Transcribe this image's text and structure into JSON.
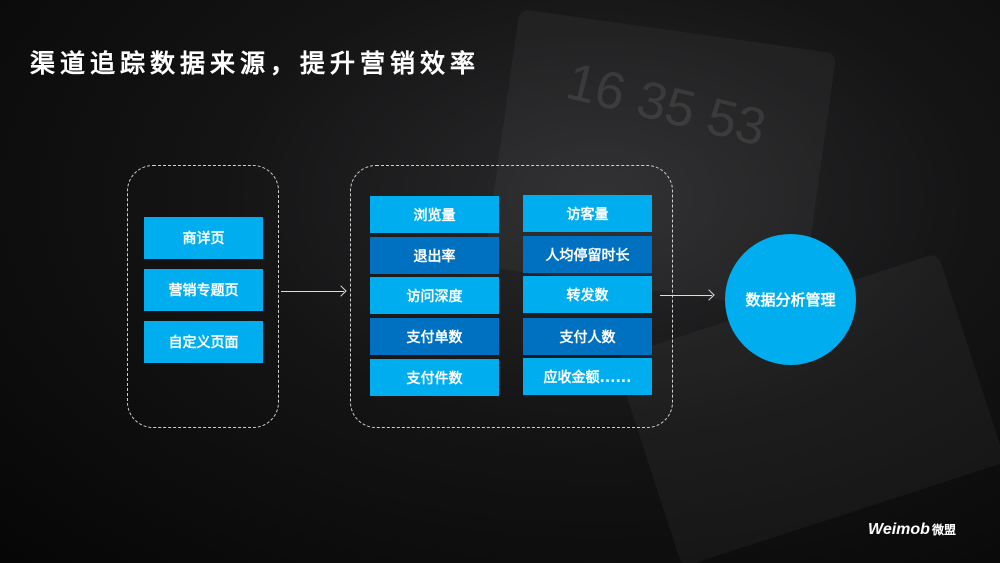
{
  "title": "渠道追踪数据来源，提升营销效率",
  "pages": [
    "商详页",
    "营销专题页",
    "自定义页面"
  ],
  "metrics_left": [
    "浏览量",
    "退出率",
    "访问深度",
    "支付单数",
    "支付件数"
  ],
  "metrics_right": [
    "访客量",
    "人均停留时长",
    "转发数",
    "支付人数",
    "应收金额......"
  ],
  "target": "数据分析管理",
  "background_clock": "16 35 53",
  "logo": {
    "brand": "Weimob",
    "cn": "微盟"
  },
  "colors": {
    "light": "#00AEEF",
    "dark": "#0070C0"
  }
}
